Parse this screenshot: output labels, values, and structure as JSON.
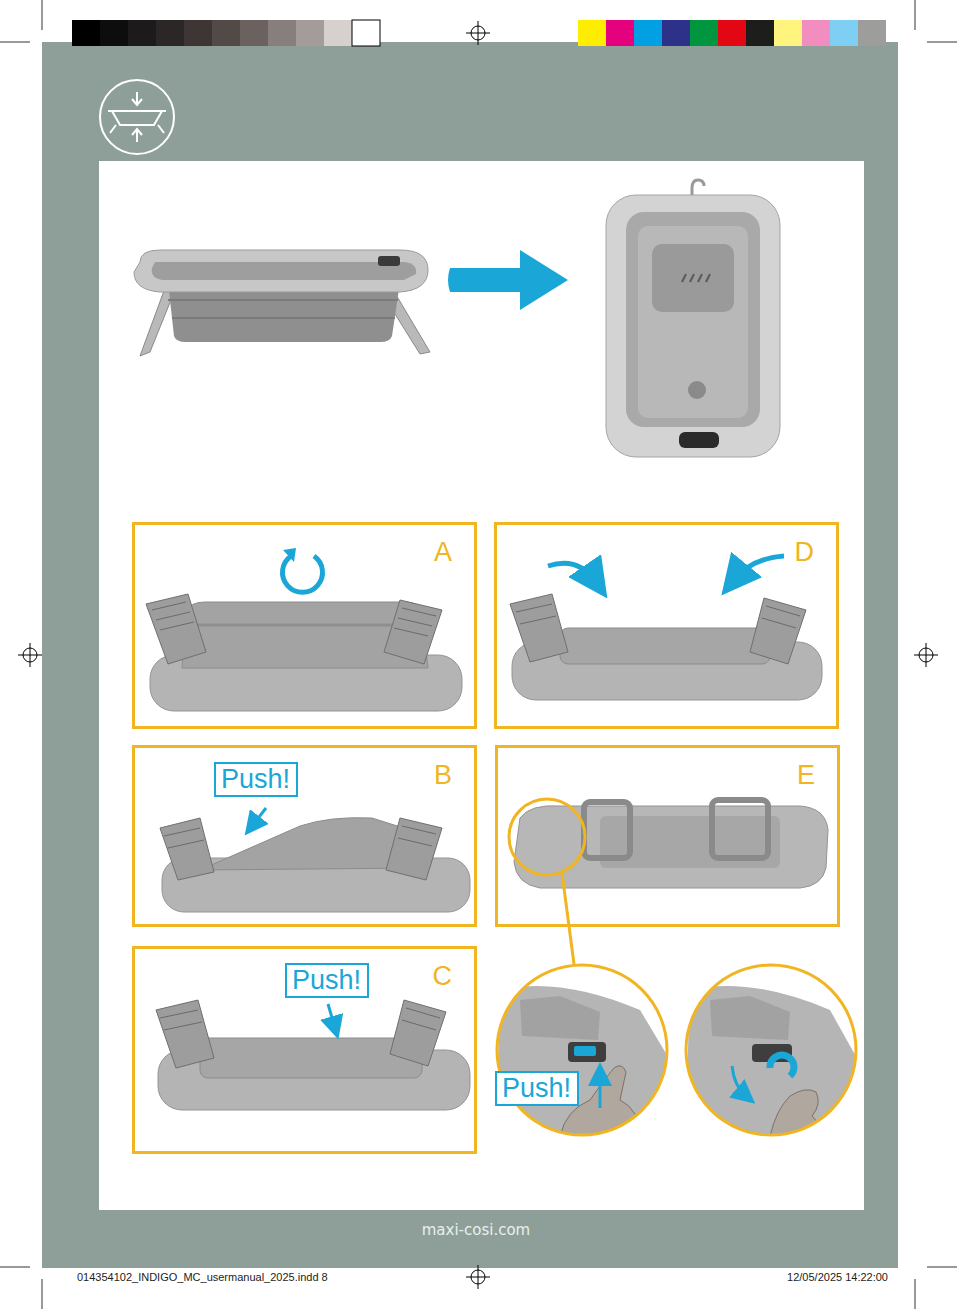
{
  "diagram": {
    "nodes": [
      {
        "text": [
          "A"
        ]
      },
      {
        "text": [
          "D"
        ]
      },
      {
        "text": [
          "B"
        ]
      },
      {
        "text": [
          "Push!"
        ],
        "in": 2
      },
      {
        "text": [
          "E"
        ]
      },
      {
        "text": [
          "C"
        ]
      },
      {
        "text": [
          "Push!"
        ],
        "in": 5
      },
      {
        "text": [
          "Push!"
        ]
      }
    ],
    "labels": [
      "maxi-cosi.com",
      "014354102_INDIGO_MC_usermanual_2025.indd 8",
      "12/05/2025 14:22:00"
    ]
  }
}
